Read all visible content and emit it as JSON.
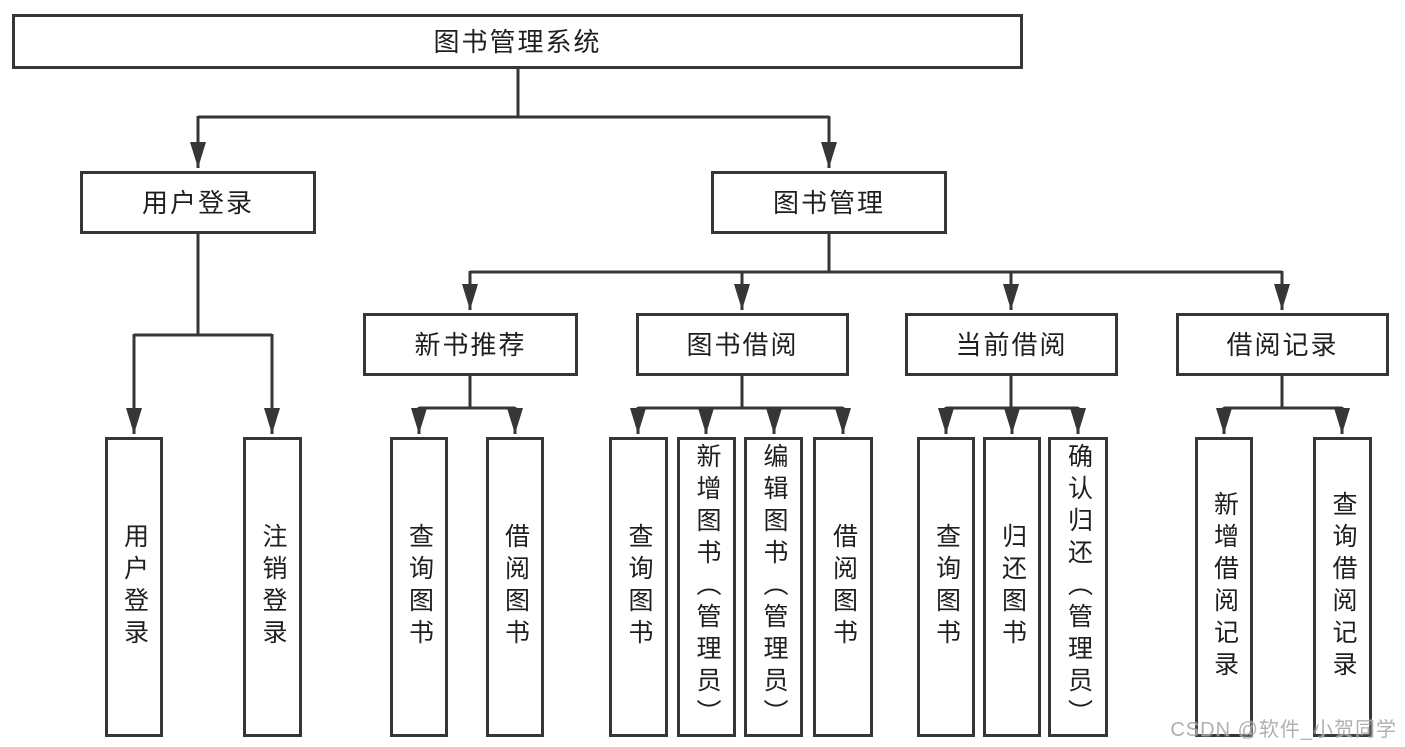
{
  "diagram": {
    "root": {
      "label": "图书管理系统"
    },
    "level2": [
      {
        "label": "用户登录"
      },
      {
        "label": "图书管理"
      }
    ],
    "level3": [
      {
        "label": "新书推荐"
      },
      {
        "label": "图书借阅"
      },
      {
        "label": "当前借阅"
      },
      {
        "label": "借阅记录"
      }
    ],
    "leaves": [
      {
        "label": "用户登录"
      },
      {
        "label": "注销登录"
      },
      {
        "label": "查询图书"
      },
      {
        "label": "借阅图书"
      },
      {
        "label": "查询图书"
      },
      {
        "label": "新增图书（管理员）"
      },
      {
        "label": "编辑图书（管理员）"
      },
      {
        "label": "借阅图书"
      },
      {
        "label": "查询图书"
      },
      {
        "label": "归还图书"
      },
      {
        "label": "确认归还（管理员）"
      },
      {
        "label": "新增借阅记录"
      },
      {
        "label": "查询借阅记录"
      }
    ]
  },
  "watermark": {
    "text": "CSDN @软件_小贺同学"
  },
  "colors": {
    "line": "#363636",
    "border": "#363636",
    "text": "#1f1f1f",
    "watermark": "#a8a8a8",
    "background": "#ffffff"
  }
}
